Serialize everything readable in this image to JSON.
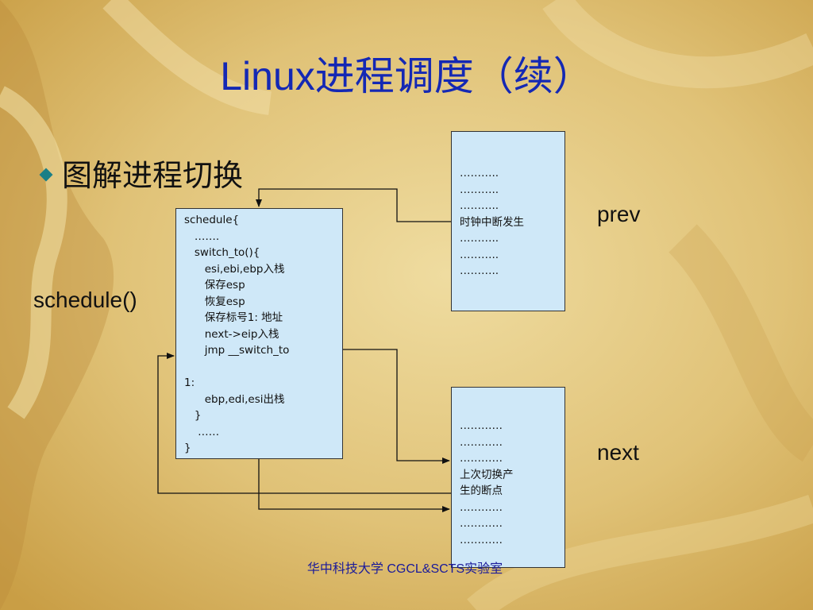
{
  "slide": {
    "title": "Linux进程调度（续）",
    "bullet": "图解进程切换",
    "footer": "华中科技大学 CGCL&SCTS实验室"
  },
  "labels": {
    "schedule": "schedule()",
    "prev": "prev",
    "next": "next"
  },
  "code_box": {
    "lines": [
      "schedule{",
      "   …….",
      "   switch_to(){",
      "      esi,ebi,ebp入栈",
      "      保存esp",
      "      恢复esp",
      "      保存标号1: 地址",
      "      next->eip入栈",
      "      jmp __switch_to",
      "",
      "1:",
      "      ebp,edi,esi出栈",
      "   }",
      "    ……",
      "}"
    ]
  },
  "prev_box": {
    "lines": [
      "………..",
      "………..",
      "………..",
      "时钟中断发生",
      "………..",
      "………..",
      "……….."
    ]
  },
  "next_box": {
    "lines": [
      "…………",
      "…………",
      "…………",
      "上次切换产",
      "生的断点",
      "…………",
      "…………",
      "…………"
    ]
  },
  "colors": {
    "title": "#1428b4",
    "box_fill": "#cfe8f8",
    "bullet": "#1a7f86",
    "footer": "#1a1a9a"
  }
}
